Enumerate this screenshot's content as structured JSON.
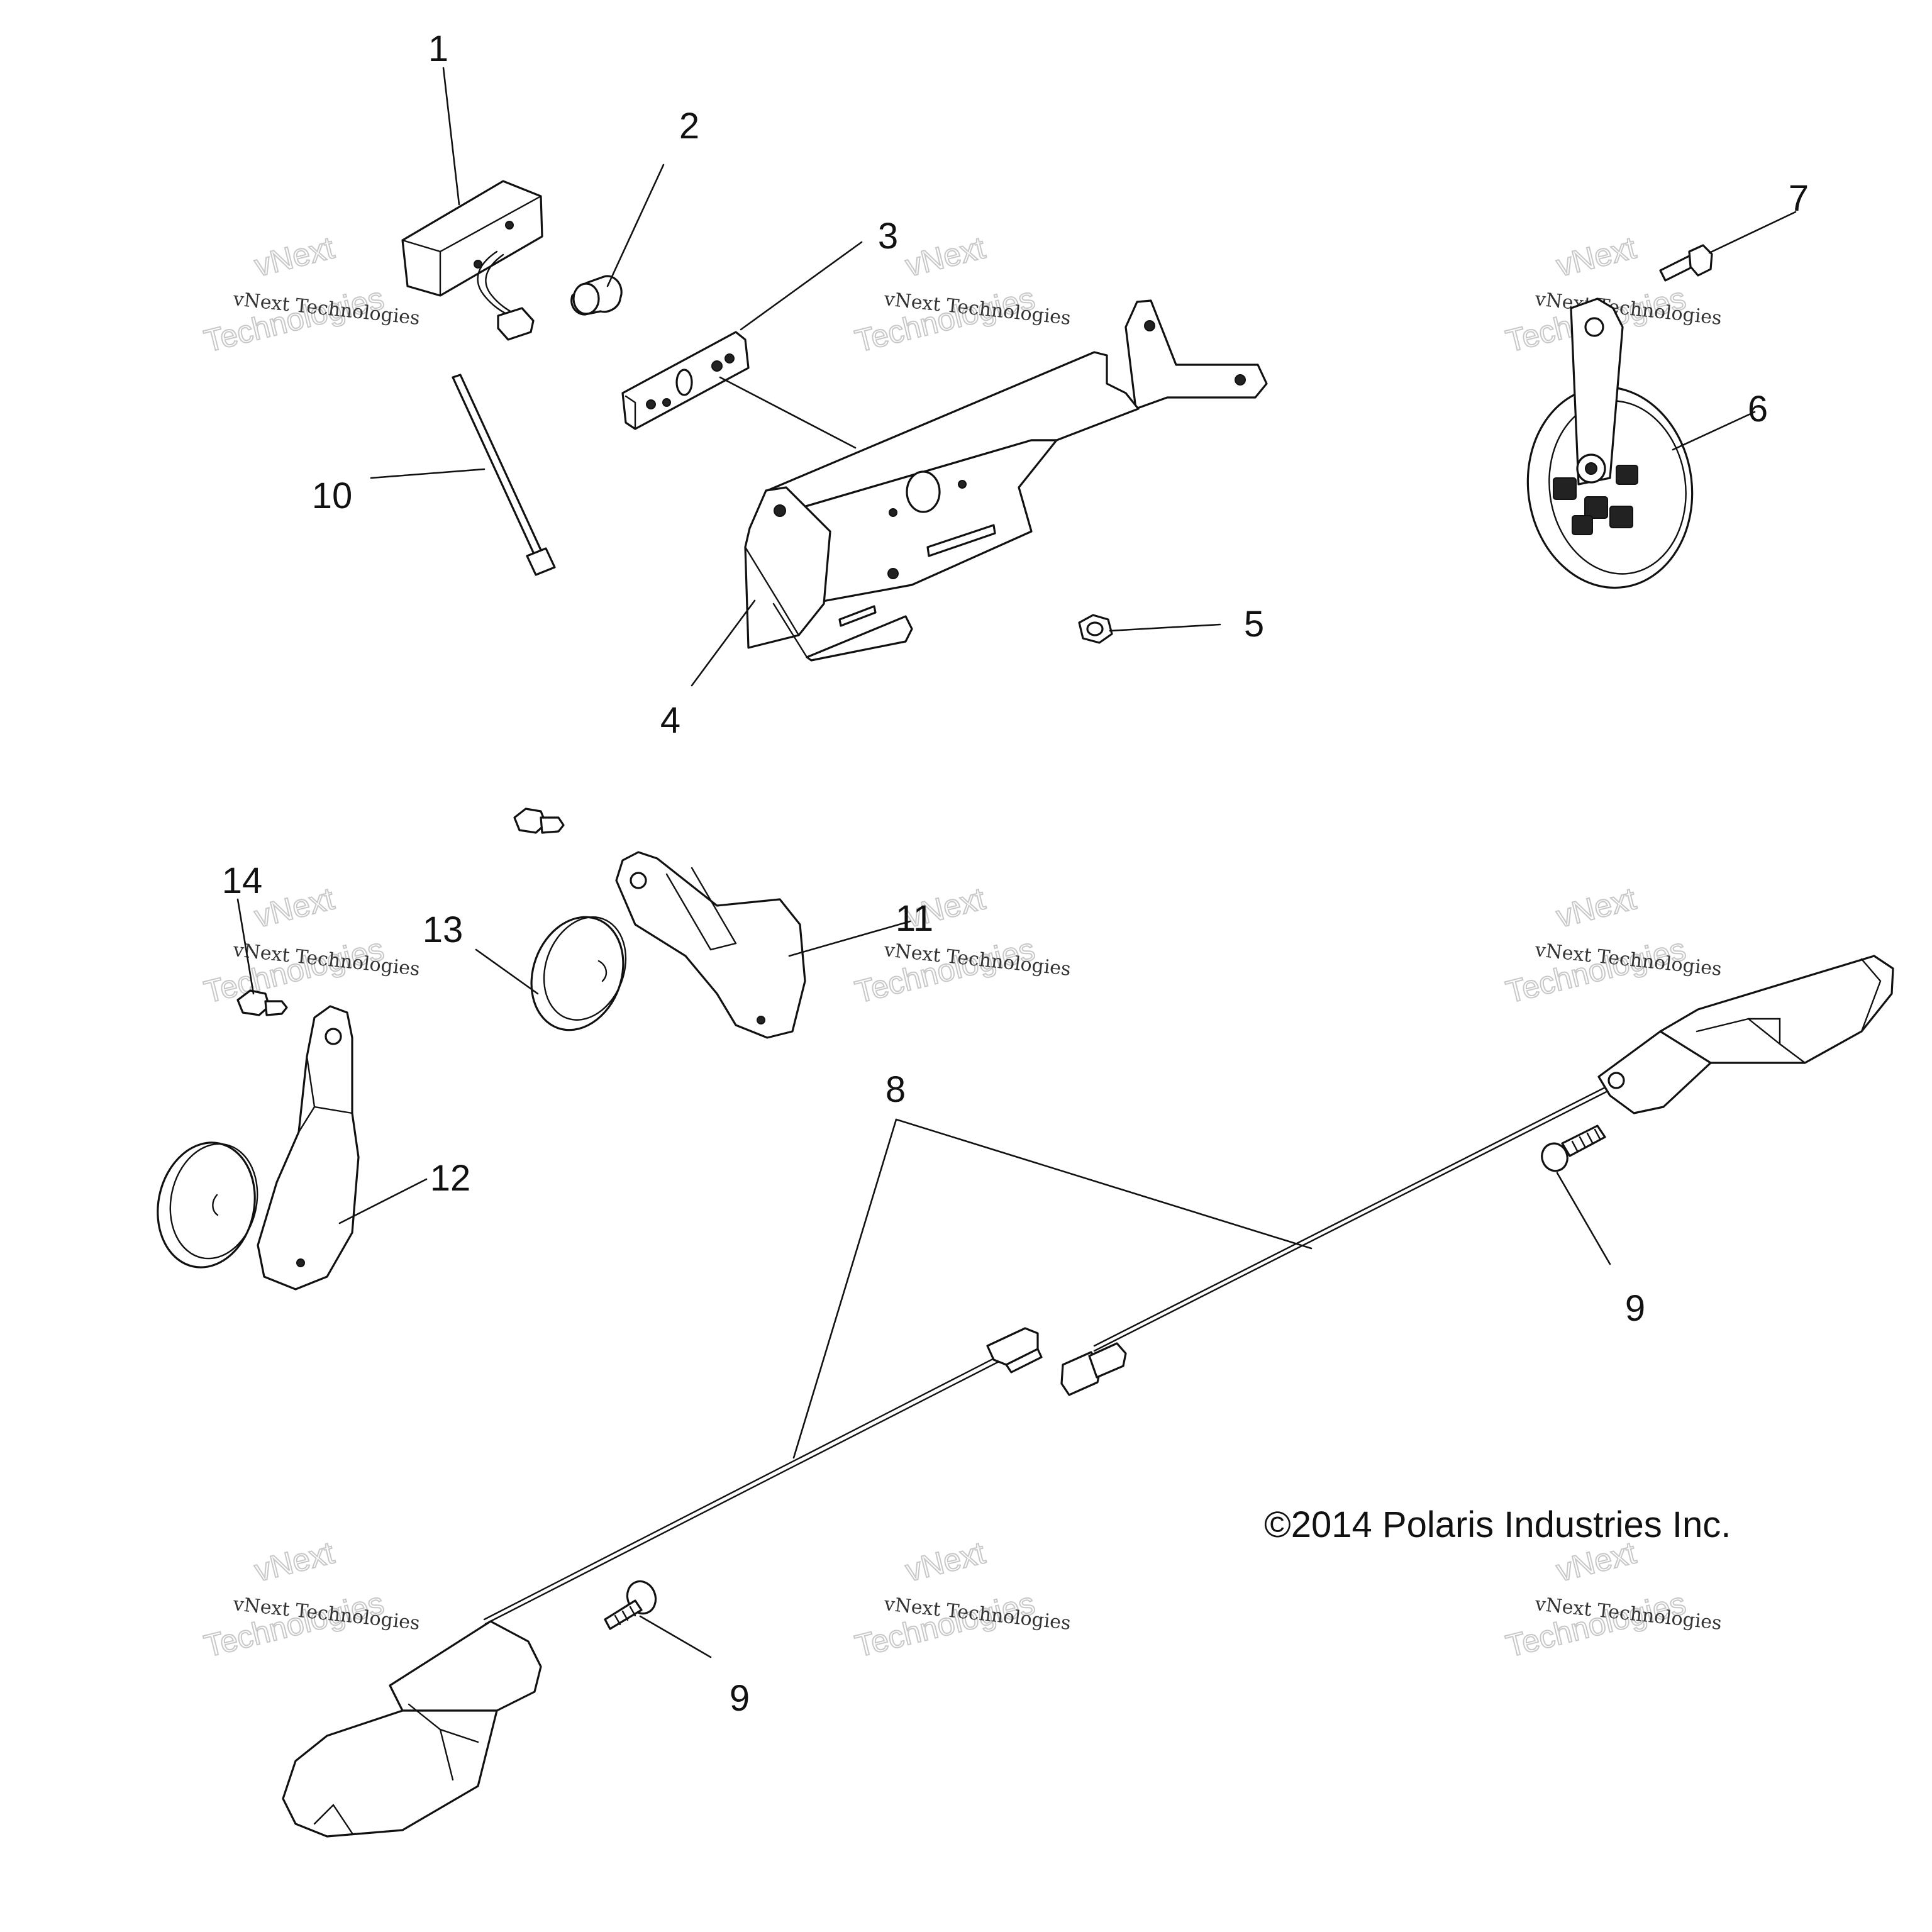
{
  "diagram": {
    "callouts": [
      {
        "id": "1",
        "label": "1"
      },
      {
        "id": "2",
        "label": "2"
      },
      {
        "id": "3",
        "label": "3"
      },
      {
        "id": "4",
        "label": "4"
      },
      {
        "id": "5",
        "label": "5"
      },
      {
        "id": "6",
        "label": "6"
      },
      {
        "id": "7",
        "label": "7"
      },
      {
        "id": "8",
        "label": "8"
      },
      {
        "id": "9a",
        "label": "9"
      },
      {
        "id": "9b",
        "label": "9"
      },
      {
        "id": "10",
        "label": "10"
      },
      {
        "id": "11",
        "label": "11"
      },
      {
        "id": "12",
        "label": "12"
      },
      {
        "id": "13",
        "label": "13"
      },
      {
        "id": "14",
        "label": "14"
      }
    ],
    "copyright": "©2014 Polaris Industries Inc.",
    "watermark": {
      "line1": "vNext Technologies",
      "line2": "vNext",
      "line3": "Technologies"
    }
  }
}
